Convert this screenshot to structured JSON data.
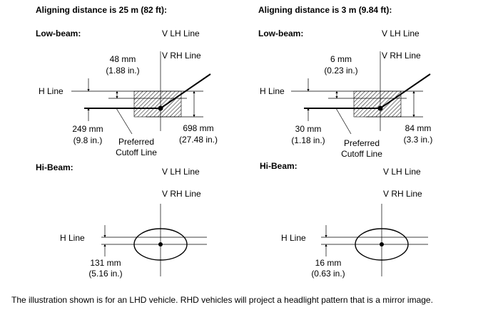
{
  "left": {
    "heading": "Aligning distance is 25 m (82 ft):",
    "low_beam": {
      "label": "Low-beam:",
      "v_lh": "V LH Line",
      "v_rh": "V RH Line",
      "h_line": "H Line",
      "top_offset": [
        "48 mm",
        "(1.88 in.)"
      ],
      "bottom_offset": [
        "249 mm",
        "(9.8 in.)"
      ],
      "right_offset": [
        "698 mm",
        "(27.48 in.)"
      ],
      "cutoff": [
        "Preferred",
        "Cutoff Line"
      ]
    },
    "hi_beam": {
      "label": "Hi-Beam:",
      "v_lh": "V LH Line",
      "v_rh": "V RH Line",
      "h_line": "H Line",
      "offset": [
        "131 mm",
        "(5.16 in.)"
      ]
    }
  },
  "right": {
    "heading": "Aligning distance is 3 m (9.84 ft):",
    "low_beam": {
      "label": "Low-beam:",
      "v_lh": "V LH Line",
      "v_rh": "V RH Line",
      "h_line": "H Line",
      "top_offset": [
        "6 mm",
        "(0.23 in.)"
      ],
      "bottom_offset": [
        "30 mm",
        "(1.18 in.)"
      ],
      "right_offset": [
        "84 mm",
        "(3.3 in.)"
      ],
      "cutoff": [
        "Preferred",
        "Cutoff Line"
      ]
    },
    "hi_beam": {
      "label": "Hi-Beam:",
      "v_lh": "V LH Line",
      "v_rh": "V RH Line",
      "h_line": "H Line",
      "offset": [
        "16 mm",
        "(0.63 in.)"
      ]
    }
  },
  "footer": "The illustration shown is for an LHD vehicle. RHD vehicles will project a headlight pattern that is a mirror image."
}
